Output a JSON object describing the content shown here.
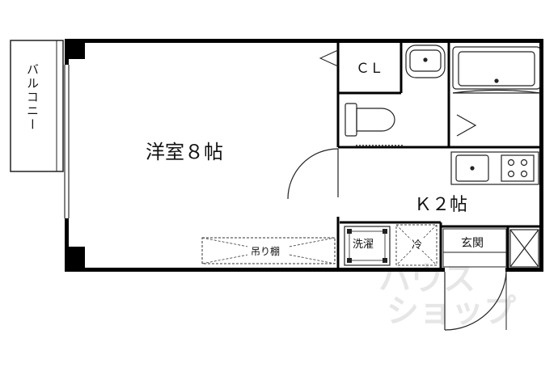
{
  "rooms": {
    "western_room": "洋室８帖",
    "kitchen": "Ｋ２帖",
    "closet": "ＣＬ",
    "balcony": "バルコニー",
    "laundry": "洗濯",
    "fridge": "冷",
    "entrance": "玄関",
    "hanging_shelf": "吊り棚"
  },
  "watermark": {
    "line1": "ハウス",
    "line2": "ショップ"
  },
  "colors": {
    "wall": "#000000",
    "line": "#222222",
    "watermark": "#e6e6e6"
  }
}
